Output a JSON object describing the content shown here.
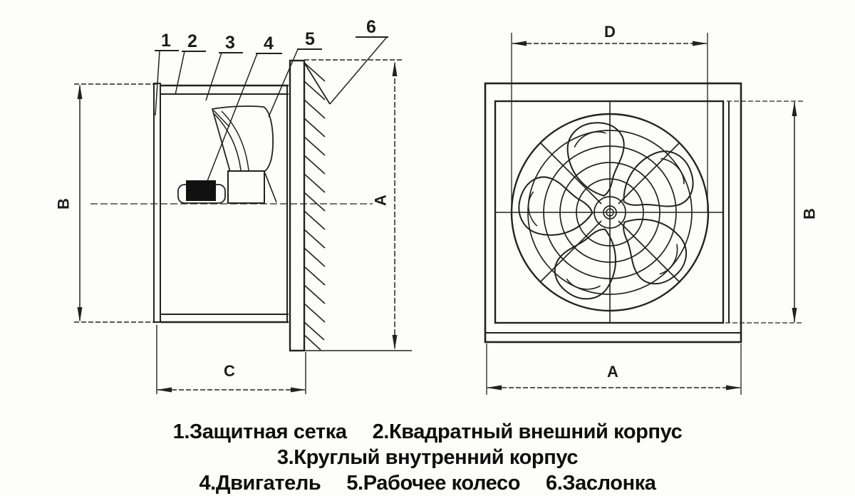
{
  "drawing": {
    "description": "Two-view technical drawing of a wall-mounted axial exhaust fan: side cross-section (left) and front view (right)",
    "callouts": {
      "1": "1",
      "2": "2",
      "3": "3",
      "4": "4",
      "5": "5",
      "6": "6"
    },
    "dims": {
      "A": "A",
      "B": "B",
      "C": "C",
      "D": "D"
    }
  },
  "legend": {
    "rows": [
      [
        "1.Защитная сетка",
        "2.Квадратный внешний корпус"
      ],
      [
        "3.Круглый внутренний корпус"
      ],
      [
        "4.Двигатель",
        "5.Рабочее колесо",
        "6.Заслонка"
      ]
    ]
  },
  "colors": {
    "ink": "#222222",
    "paper": "#fdfdfb",
    "motor_fill": "#111111"
  }
}
